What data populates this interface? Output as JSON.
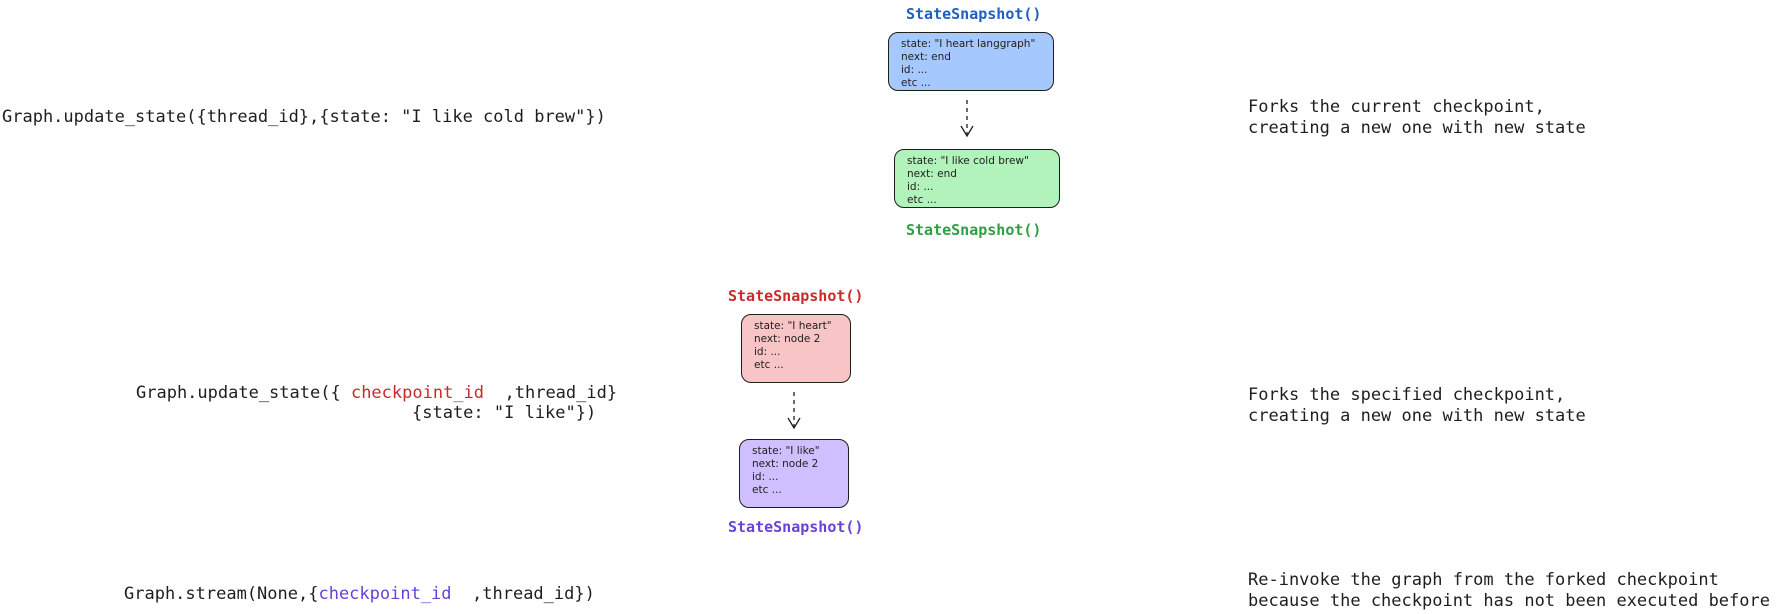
{
  "colors": {
    "blue_fill": "#a5c8ff",
    "green_fill": "#b2f2bb",
    "red_fill": "#f7c5c5",
    "purple_fill": "#d0bfff",
    "blue_text": "#1f5fbf",
    "green_text": "#2f9e44",
    "red_text": "#c92a2a",
    "purple_text": "#6741d9"
  },
  "row1": {
    "code": "Graph.update_state({thread_id},{state: \"I like cold brew\"})",
    "top_label": "StateSnapshot()",
    "top_box": [
      "state: \"I heart langgraph\"",
      "next: end",
      "id: ...",
      "etc ..."
    ],
    "bottom_box": [
      "state: \"I like cold brew\"",
      "next: end",
      "id: ...",
      "etc ..."
    ],
    "bottom_label": "StateSnapshot()",
    "desc_line1": "Forks the current checkpoint,",
    "desc_line2": "creating a new one with new state"
  },
  "row2": {
    "code_prefix": "Graph.update_state({",
    "code_highlight": "checkpoint_id",
    "code_suffix": ",thread_id}",
    "code_line2": "{state: \"I like\"})",
    "top_label": "StateSnapshot()",
    "top_box": [
      "state: \"I heart\"",
      "next: node 2",
      "id: ...",
      "etc ..."
    ],
    "bottom_box": [
      "state: \"I like\"",
      "next: node 2",
      "id: ...",
      "etc ..."
    ],
    "bottom_label": "StateSnapshot()",
    "desc_line1": "Forks the specified checkpoint,",
    "desc_line2": "creating a new one with new state"
  },
  "row3": {
    "code_prefix": "Graph.stream(None,{",
    "code_highlight": "checkpoint_id",
    "code_suffix": ",thread_id})",
    "desc_line1": "Re-invoke the graph from the forked checkpoint",
    "desc_line2": "because the checkpoint has not been executed before"
  }
}
